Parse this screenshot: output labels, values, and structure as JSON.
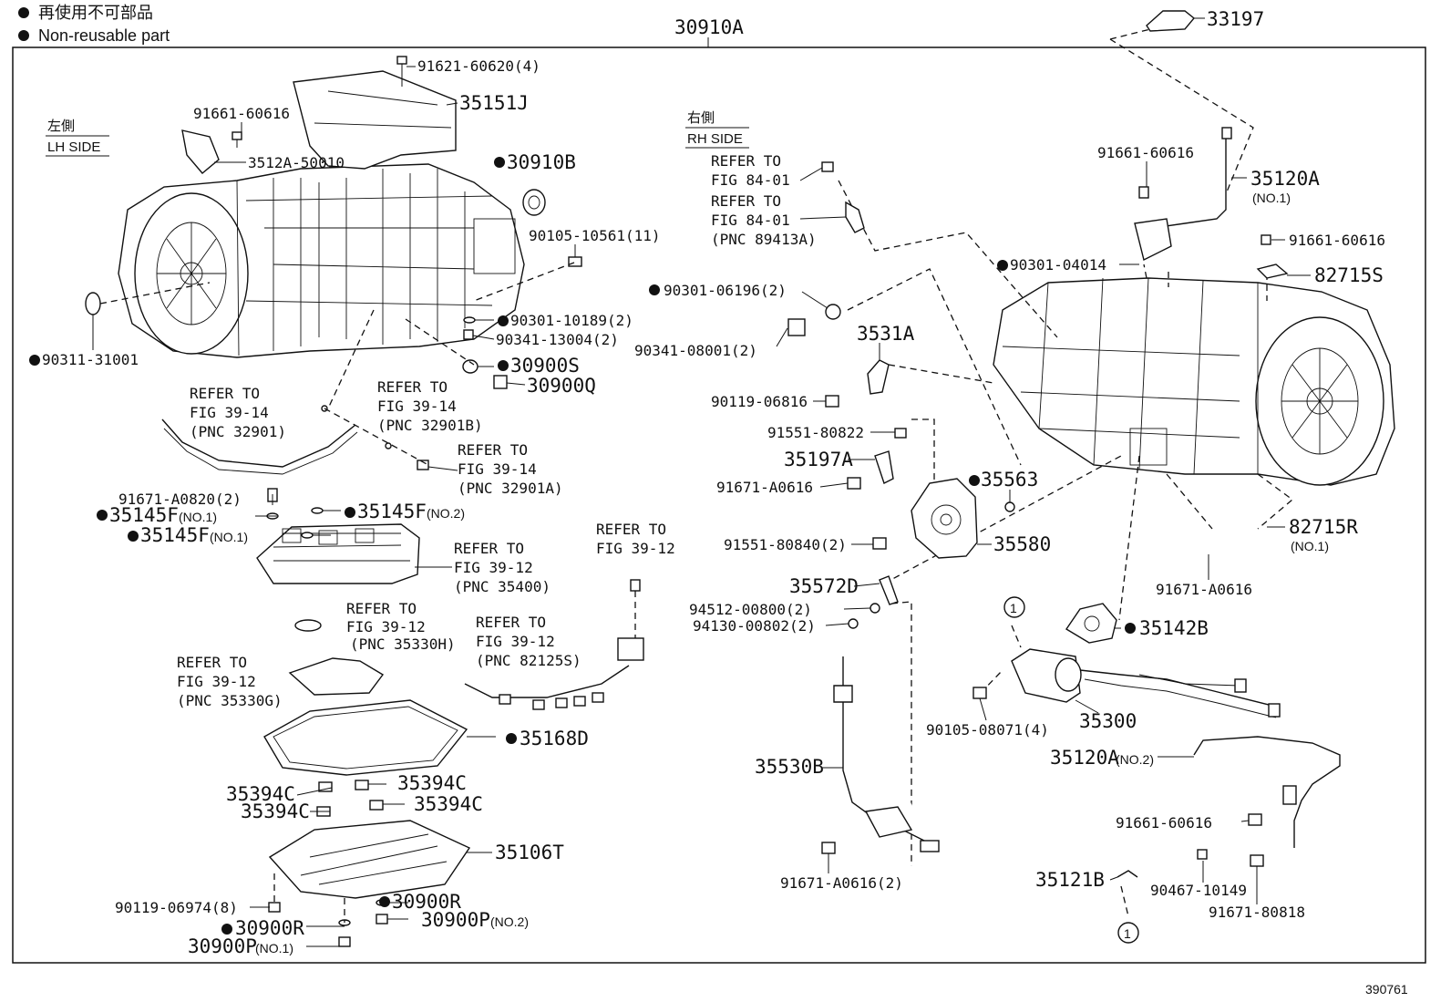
{
  "legend": {
    "jp": "再使用不可部品",
    "en": "Non-reusable part"
  },
  "title": "30910A",
  "figure_id": "390761",
  "sides": {
    "lh_jp": "左側",
    "lh": "LH SIDE",
    "rh_jp": "右側",
    "rh": "RH SIDE"
  },
  "labels": {
    "p33197": "33197",
    "p91621": "91621-60620(4)",
    "p35151J": "35151J",
    "p91661a": "91661-60616",
    "p3512A": "3512A-50010",
    "p30910B": "30910B",
    "p90105a": "90105-10561(11)",
    "p90311": "90311-31001",
    "p90301a": "90301-10189(2)",
    "p90341a": "90341-13004(2)",
    "p30900S": "30900S",
    "p30900Q": "30900Q",
    "r39_14a": [
      "REFER TO",
      "FIG 39-14",
      "(PNC 32901)"
    ],
    "r39_14b": [
      "REFER TO",
      "FIG 39-14",
      "(PNC 32901B)"
    ],
    "r39_14c": [
      "REFER TO",
      "FIG 39-14",
      "(PNC 32901A)"
    ],
    "p91671a": "91671-A0820(2)",
    "p35145F1": "35145F",
    "p35145F1n": "(NO.1)",
    "p35145F2": "35145F",
    "p35145F2n": "(NO.2)",
    "p35145F3": "35145F",
    "p35145F3n": "(NO.1)",
    "r39_12a": [
      "REFER TO",
      "FIG 39-12",
      "(PNC 35400)"
    ],
    "r39_12b": [
      "REFER TO",
      "FIG 39-12",
      "(PNC 35330H)"
    ],
    "r39_12c": [
      "REFER TO",
      "FIG 39-12",
      "(PNC 35330G)"
    ],
    "r39_12d": [
      "REFER TO",
      "FIG 39-12",
      "(PNC 82125S)"
    ],
    "r39_12e": [
      "REFER TO",
      "FIG 39-12"
    ],
    "p35168D": "35168D",
    "p35394C1": "35394C",
    "p35394C2": "35394C",
    "p35394C3": "35394C",
    "p35394C4": "35394C",
    "p35106T": "35106T",
    "p90119a": "90119-06974(8)",
    "p30900R1": "30900R",
    "p30900R2": "30900R",
    "p30900P1": "30900P",
    "p30900P1n": "(NO.1)",
    "p30900P2": "30900P",
    "p30900P2n": "(NO.2)",
    "r84a": [
      "REFER TO",
      "FIG 84-01"
    ],
    "r84b": [
      "REFER TO",
      "FIG 84-01",
      "(PNC 89413A)"
    ],
    "p90301b": "90301-06196(2)",
    "p90341b": "90341-08001(2)",
    "p3531A": "3531A",
    "p90119b": "90119-06816",
    "p91551a": "91551-80822",
    "p35197A": "35197A",
    "p91671b": "91671-A0616",
    "p35563": "35563",
    "p91551b": "91551-80840(2)",
    "p35580": "35580",
    "p35572D": "35572D",
    "p94512": "94512-00800(2)",
    "p94130": "94130-00802(2)",
    "p35530B": "35530B",
    "p91671c": "91671-A0616(2)",
    "p91661b": "91661-60616",
    "p35120A1": "35120A",
    "p35120A1n": "(NO.1)",
    "p91661c": "91661-60616",
    "p90301c": "90301-04014",
    "p82715S": "82715S",
    "p82715R": "82715R",
    "p82715Rn": "(NO.1)",
    "p91671d": "91671-A0616",
    "p35142B": "35142B",
    "p90105b": "90105-08071(4)",
    "p35300": "35300",
    "p35120A2": "35120A",
    "p35120A2n": "(NO.2)",
    "p91661d": "91661-60616",
    "p35121B": "35121B",
    "p90467": "90467-10149",
    "p91671e": "91671-80818",
    "circle1": "1"
  }
}
